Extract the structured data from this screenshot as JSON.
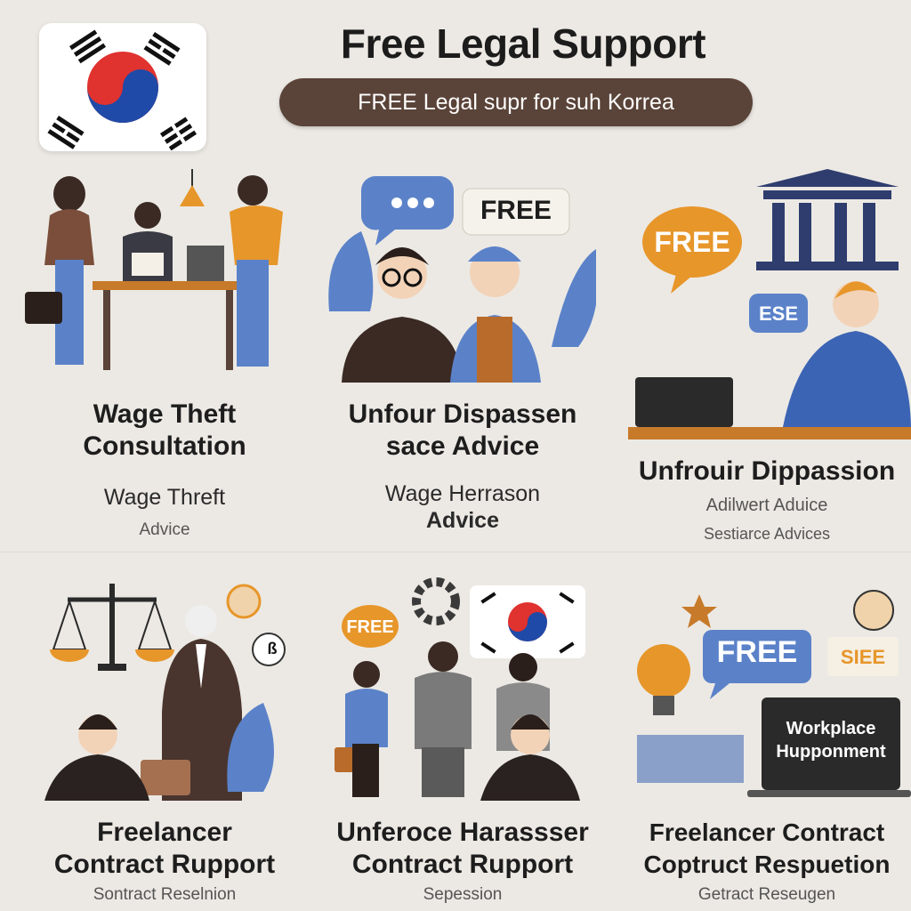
{
  "header": {
    "title": "Free Legal Support",
    "subtitle": "FREE Legal supr for suh Korrea"
  },
  "colors": {
    "background": "#ece9e4",
    "pill": "#5a4338",
    "orange": "#e7962a",
    "blue": "#5b82c9",
    "navy": "#2f3d6e",
    "flag_red": "#e0322f",
    "flag_blue": "#1f4aa8"
  },
  "icons": [
    "korean-flag-icon",
    "speech-bubble-icon",
    "courthouse-icon",
    "scales-of-justice-icon",
    "gear-icon",
    "lightbulb-icon",
    "laptop-icon",
    "briefcase-icon",
    "star-icon",
    "coin-icon"
  ],
  "cards": [
    {
      "title_lines": [
        "Wage Theft",
        "Consultation"
      ],
      "caption_lines": [
        "Wage Threft",
        "Advice"
      ]
    },
    {
      "bubble": "FREE",
      "title_lines": [
        "Unfour Dispassen",
        "sace Advice"
      ],
      "caption_lines": [
        "Wage Herrason",
        "Advice"
      ]
    },
    {
      "bubble": "FREE",
      "badge": "ESE",
      "title_lines": [
        "Unfrouir Dippassion"
      ],
      "caption_lines": [
        "Adilwert Aduice",
        "Sestiarce Advices"
      ]
    },
    {
      "coin_label": "ß",
      "title_lines": [
        "Freelancer",
        "Contract Rupport"
      ],
      "caption_lines": [
        "Sontract Reselnion"
      ]
    },
    {
      "bubble": "FREE",
      "title_lines": [
        "Unferoce Harassser",
        "Contract Rupport"
      ],
      "caption_lines": [
        "Sepession"
      ]
    },
    {
      "bubble": "FREE",
      "badge": "SIEE",
      "screen_lines": [
        "Workplace",
        "Hupponment"
      ],
      "title_lines": [
        "Freelancer Contract",
        "Coptruct Respuetion"
      ],
      "caption_lines": [
        "Getract Reseugen"
      ]
    }
  ]
}
